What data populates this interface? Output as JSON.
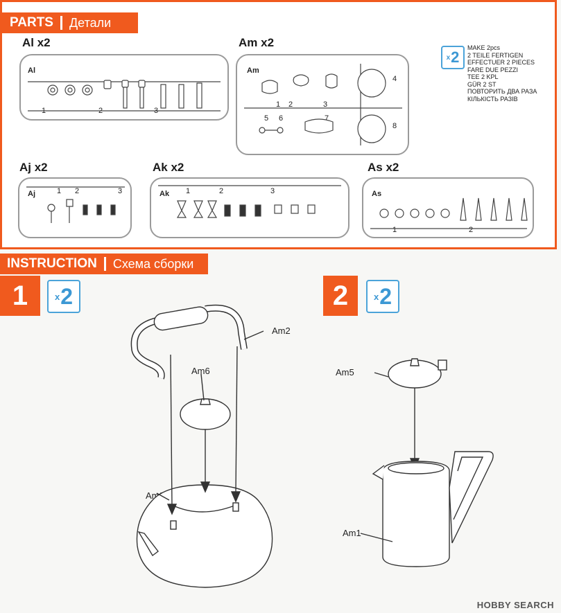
{
  "parts_band": {
    "title": "PARTS",
    "subtitle": "Детали"
  },
  "instruction_band": {
    "title": "INSTRUCTION",
    "subtitle": "Схема сборки"
  },
  "sprues": [
    {
      "header": "Al x2",
      "tag": "Al",
      "numbers": [
        "1",
        "2",
        "3"
      ]
    },
    {
      "header": "Am x2",
      "tag": "Am",
      "numbers": [
        "1",
        "2",
        "3",
        "4",
        "5",
        "6",
        "7",
        "8"
      ]
    },
    {
      "header": "Aj x2",
      "tag": "Aj",
      "numbers": [
        "1",
        "2",
        "3"
      ]
    },
    {
      "header": "Ak x2",
      "tag": "Ak",
      "numbers": [
        "1",
        "2",
        "3"
      ]
    },
    {
      "header": "As x2",
      "tag": "As",
      "numbers": [
        "1",
        "2"
      ]
    }
  ],
  "make": {
    "badge_x": "x",
    "badge_n": "2",
    "lines": [
      "MAKE 2pcs",
      "2 TEILE FERTIGEN",
      "EFFECTUER 2 PIECES",
      "FARE DUE PEZZI",
      "TEE 2 KPL",
      "GÜR 2 ST",
      "ПОВТОРИТЬ ДВА РАЗА",
      "КІЛЬКІСТЬ РАЗІВ"
    ]
  },
  "steps": [
    {
      "number": "1",
      "badge_x": "x",
      "badge_n": "2",
      "labels": {
        "handle": "Am2",
        "lid": "Am6",
        "body": "Am2"
      }
    },
    {
      "number": "2",
      "badge_x": "x",
      "badge_n": "2",
      "labels": {
        "lid": "Am5",
        "body": "Am1"
      }
    }
  ],
  "watermark": "HOBBY SEARCH",
  "colors": {
    "accent": "#f05a1e",
    "badge": "#3c98d4"
  }
}
